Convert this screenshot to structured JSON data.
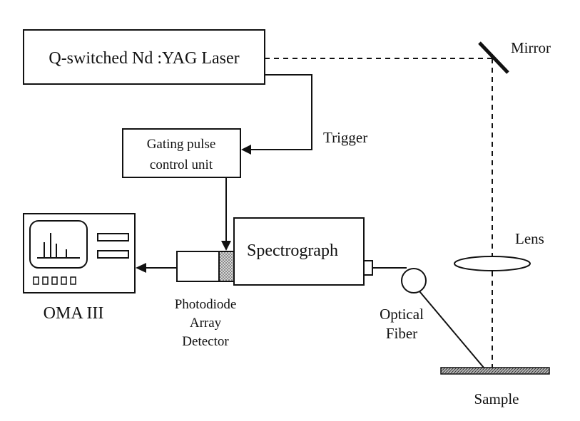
{
  "labels": {
    "laser": "Q-switched Nd :YAG Laser",
    "mirror": "Mirror",
    "trigger": "Trigger",
    "gating_line1": "Gating pulse",
    "gating_line2": "control unit",
    "spectrograph": "Spectrograph",
    "lens": "Lens",
    "oma": "OMA III",
    "pda_line1": "Photodiode",
    "pda_line2": "Array",
    "pda_line3": "Detector",
    "fiber_line1": "Optical",
    "fiber_line2": "Fiber",
    "sample": "Sample"
  },
  "colors": {
    "ink": "#111111",
    "detector_fill": "#9a9a9a",
    "sample_fill": "#777777"
  }
}
